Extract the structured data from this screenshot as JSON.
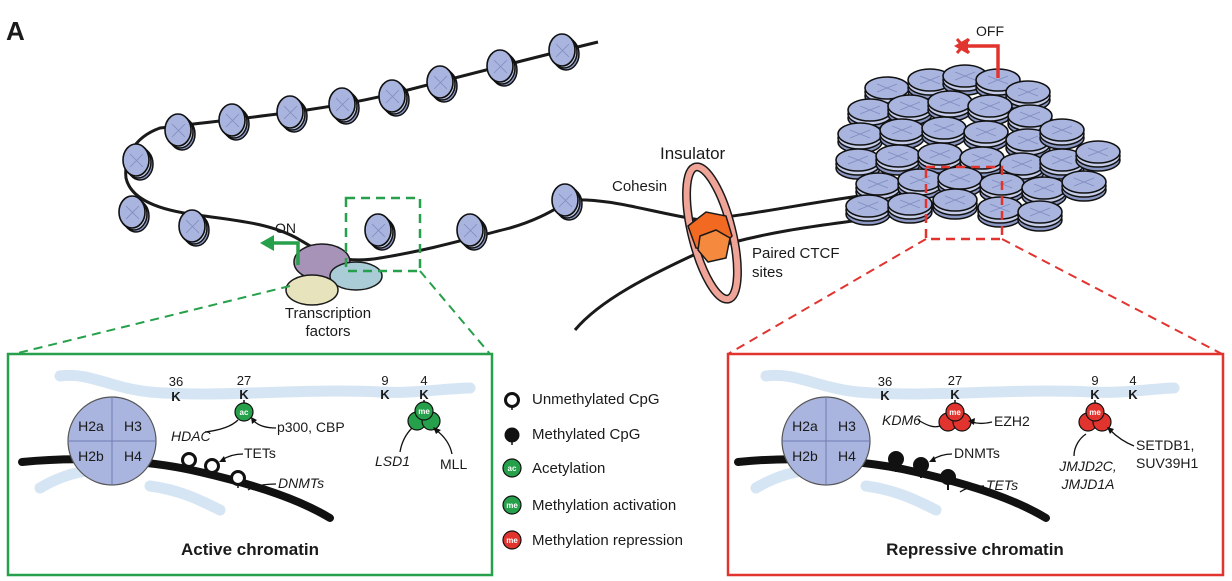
{
  "panel_letter": "A",
  "top": {
    "insulator": "Insulator",
    "cohesin": "Cohesin",
    "ctcf_line1": "Paired CTCF",
    "ctcf_line2": "sites",
    "tf_line1": "Transcription",
    "tf_line2": "factors",
    "on_label": "ON",
    "off_label": "OFF"
  },
  "histone": {
    "q1": "H2a",
    "q2": "H3",
    "q3": "H2b",
    "q4": "H4"
  },
  "active": {
    "title": "Active chromatin",
    "k36": "36",
    "k27": "27",
    "k9": "9",
    "k4": "4",
    "k": "K",
    "ac": "ac",
    "me": "me",
    "hdac": "HDAC",
    "p300": "p300, CBP",
    "tets": "TETs",
    "dnmts": "DNMTs",
    "lsd1": "LSD1",
    "mll": "MLL"
  },
  "repressive": {
    "title": "Repressive chromatin",
    "k36": "36",
    "k27": "27",
    "k9": "9",
    "k4": "4",
    "k": "K",
    "me": "me",
    "kdm6": "KDM6",
    "ezh2": "EZH2",
    "dnmts": "DNMTs",
    "tets": "TETs",
    "jmjd_line1": "JMJD2C,",
    "jmjd_line2": "JMJD1A",
    "setdb_line1": "SETDB1,",
    "setdb_line2": "SUV39H1"
  },
  "legend": {
    "items": [
      "Unmethylated CpG",
      "Methylated CpG",
      "Acetylation",
      "Methylation activation",
      "Methylation repression"
    ],
    "ac_glyph": "ac",
    "me_glyph": "me"
  },
  "colors": {
    "active_green": "#26a04a",
    "repressive_red": "#e2342f",
    "nucleosome": "#a9b5de",
    "ctcf_orange": "#f26a21",
    "cohesin_pink": "#f0a497",
    "fiber_blue": "#d6e5f3"
  }
}
